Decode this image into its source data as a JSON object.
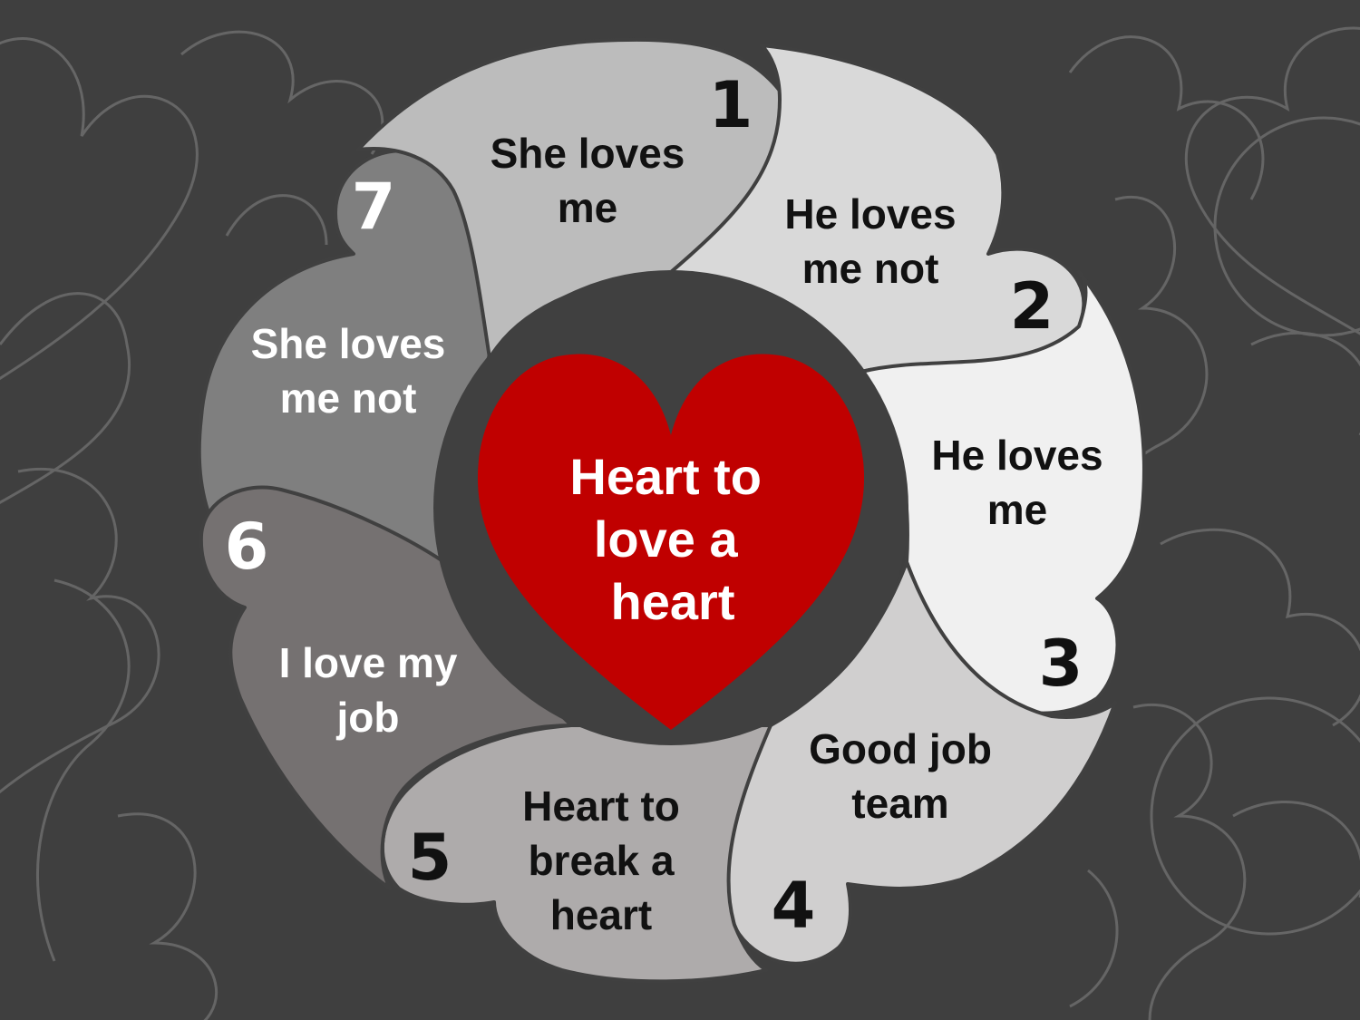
{
  "center": {
    "lines": [
      "Heart to",
      "love a",
      "heart"
    ],
    "color": "#c00000"
  },
  "petals": [
    {
      "number": "1",
      "lines": [
        "She loves",
        "me"
      ],
      "fill": "#bcbcbc",
      "text_color": "#111111"
    },
    {
      "number": "2",
      "lines": [
        "He loves",
        "me not"
      ],
      "fill": "#d9d9d9",
      "text_color": "#111111"
    },
    {
      "number": "3",
      "lines": [
        "He loves",
        "me"
      ],
      "fill": "#f0f0f0",
      "text_color": "#111111"
    },
    {
      "number": "4",
      "lines": [
        "Good job",
        "team"
      ],
      "fill": "#d0cfcf",
      "text_color": "#111111"
    },
    {
      "number": "5",
      "lines": [
        "Heart to",
        "break a",
        "heart"
      ],
      "fill": "#aeabab",
      "text_color": "#111111"
    },
    {
      "number": "6",
      "lines": [
        "I love my",
        "job"
      ],
      "fill": "#757171",
      "text_color": "#ffffff"
    },
    {
      "number": "7",
      "lines": [
        "She loves",
        "me not"
      ],
      "fill": "#7f7f7f",
      "text_color": "#ffffff"
    }
  ],
  "colors": {
    "background": "#3f3f3f",
    "outline": "#404040",
    "hub": "#404040"
  }
}
